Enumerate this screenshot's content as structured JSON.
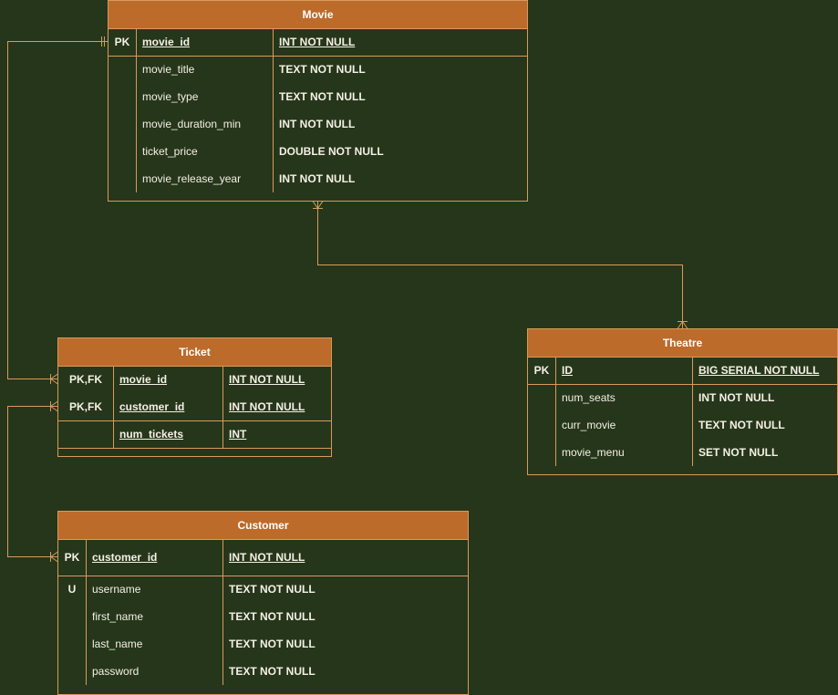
{
  "movie": {
    "title": "Movie",
    "rows": [
      {
        "key": "PK",
        "name": "movie_id",
        "type": "INT NOT NULL"
      },
      {
        "key": "",
        "name": "movie_title",
        "type": "TEXT NOT NULL"
      },
      {
        "key": "",
        "name": "movie_type",
        "type": "TEXT NOT NULL"
      },
      {
        "key": "",
        "name": "movie_duration_min",
        "type": "INT NOT NULL"
      },
      {
        "key": "",
        "name": "ticket_price",
        "type": "DOUBLE NOT NULL"
      },
      {
        "key": "",
        "name": "movie_release_year",
        "type": "INT NOT NULL"
      }
    ]
  },
  "ticket": {
    "title": "Ticket",
    "rows": [
      {
        "key": "PK,FK",
        "name": "movie_id",
        "type": "INT NOT NULL"
      },
      {
        "key": "PK,FK",
        "name": "customer_id",
        "type": "INT NOT NULL"
      },
      {
        "key": "",
        "name": "num_tickets",
        "type": "INT"
      }
    ]
  },
  "theatre": {
    "title": "Theatre",
    "rows": [
      {
        "key": "PK",
        "name": "ID",
        "type": "BIG SERIAL NOT NULL"
      },
      {
        "key": "",
        "name": "num_seats",
        "type": "INT NOT NULL"
      },
      {
        "key": "",
        "name": "curr_movie",
        "type": "TEXT NOT NULL"
      },
      {
        "key": "",
        "name": "movie_menu",
        "type": "SET NOT NULL"
      }
    ]
  },
  "customer": {
    "title": "Customer",
    "rows": [
      {
        "key": "PK",
        "name": "customer_id",
        "type": "INT NOT NULL"
      },
      {
        "key": "U",
        "name": "username",
        "type": "TEXT NOT NULL"
      },
      {
        "key": "",
        "name": "first_name",
        "type": "TEXT NOT NULL"
      },
      {
        "key": "",
        "name": "last_name",
        "type": "TEXT NOT NULL"
      },
      {
        "key": "",
        "name": "password",
        "type": "TEXT NOT NULL"
      }
    ]
  },
  "colors": {
    "background": "#26361a",
    "header": "#bd6b2a",
    "border": "#d89a5c",
    "text": "#f4f0e6"
  },
  "relationships": [
    {
      "from": "movie.movie_id",
      "to": "ticket.movie_id",
      "cardinality": "one-to-many"
    },
    {
      "from": "customer.customer_id",
      "to": "ticket.customer_id",
      "cardinality": "many-to-many"
    },
    {
      "from": "movie",
      "to": "theatre",
      "cardinality": "many-to-many"
    }
  ]
}
